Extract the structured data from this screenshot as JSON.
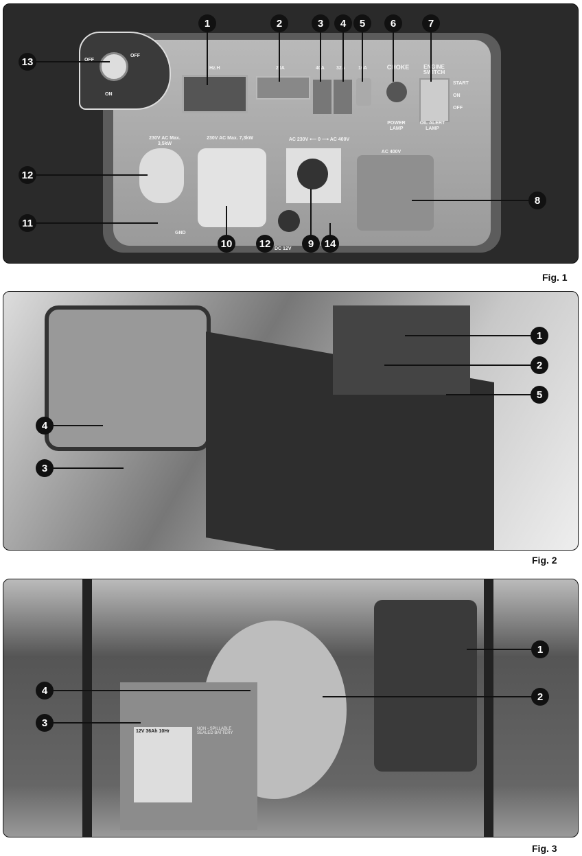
{
  "fig1": {
    "label": "Fig. 1",
    "callouts": [
      "1",
      "2",
      "3",
      "4",
      "5",
      "6",
      "7",
      "8",
      "9",
      "10",
      "11",
      "12",
      "12",
      "13",
      "14"
    ],
    "panel": {
      "meter": "Hz.H",
      "b20": "20A",
      "b40": "40A",
      "b32": "32A",
      "b16": "16A",
      "choke": "CHOKE",
      "engine": "ENGINE SWITCH",
      "start": "START",
      "on": "ON",
      "off": "OFF",
      "power_lamp": "POWER LAMP",
      "oil_lamp": "OIL ALERT LAMP",
      "s1": "230V AC Max. 3,5kW",
      "s2": "230V AC Max. 7,3kW",
      "selector": "AC 230V ⟵ 0 ⟶ AC 400V",
      "ac400": "AC 400V",
      "gnd": "GND",
      "dc": "DC 12V",
      "key_off1": "OFF",
      "key_off2": "OFF",
      "key_on": "ON"
    }
  },
  "fig2": {
    "label": "Fig. 2",
    "callouts": [
      "1",
      "2",
      "5",
      "4",
      "3"
    ]
  },
  "fig3": {
    "label": "Fig. 3",
    "callouts": [
      "1",
      "2",
      "4",
      "3"
    ],
    "battery": {
      "spec": "12V 36Ah 10Hr",
      "type": "NON - SPILLABLE SEALED BATTERY"
    }
  }
}
